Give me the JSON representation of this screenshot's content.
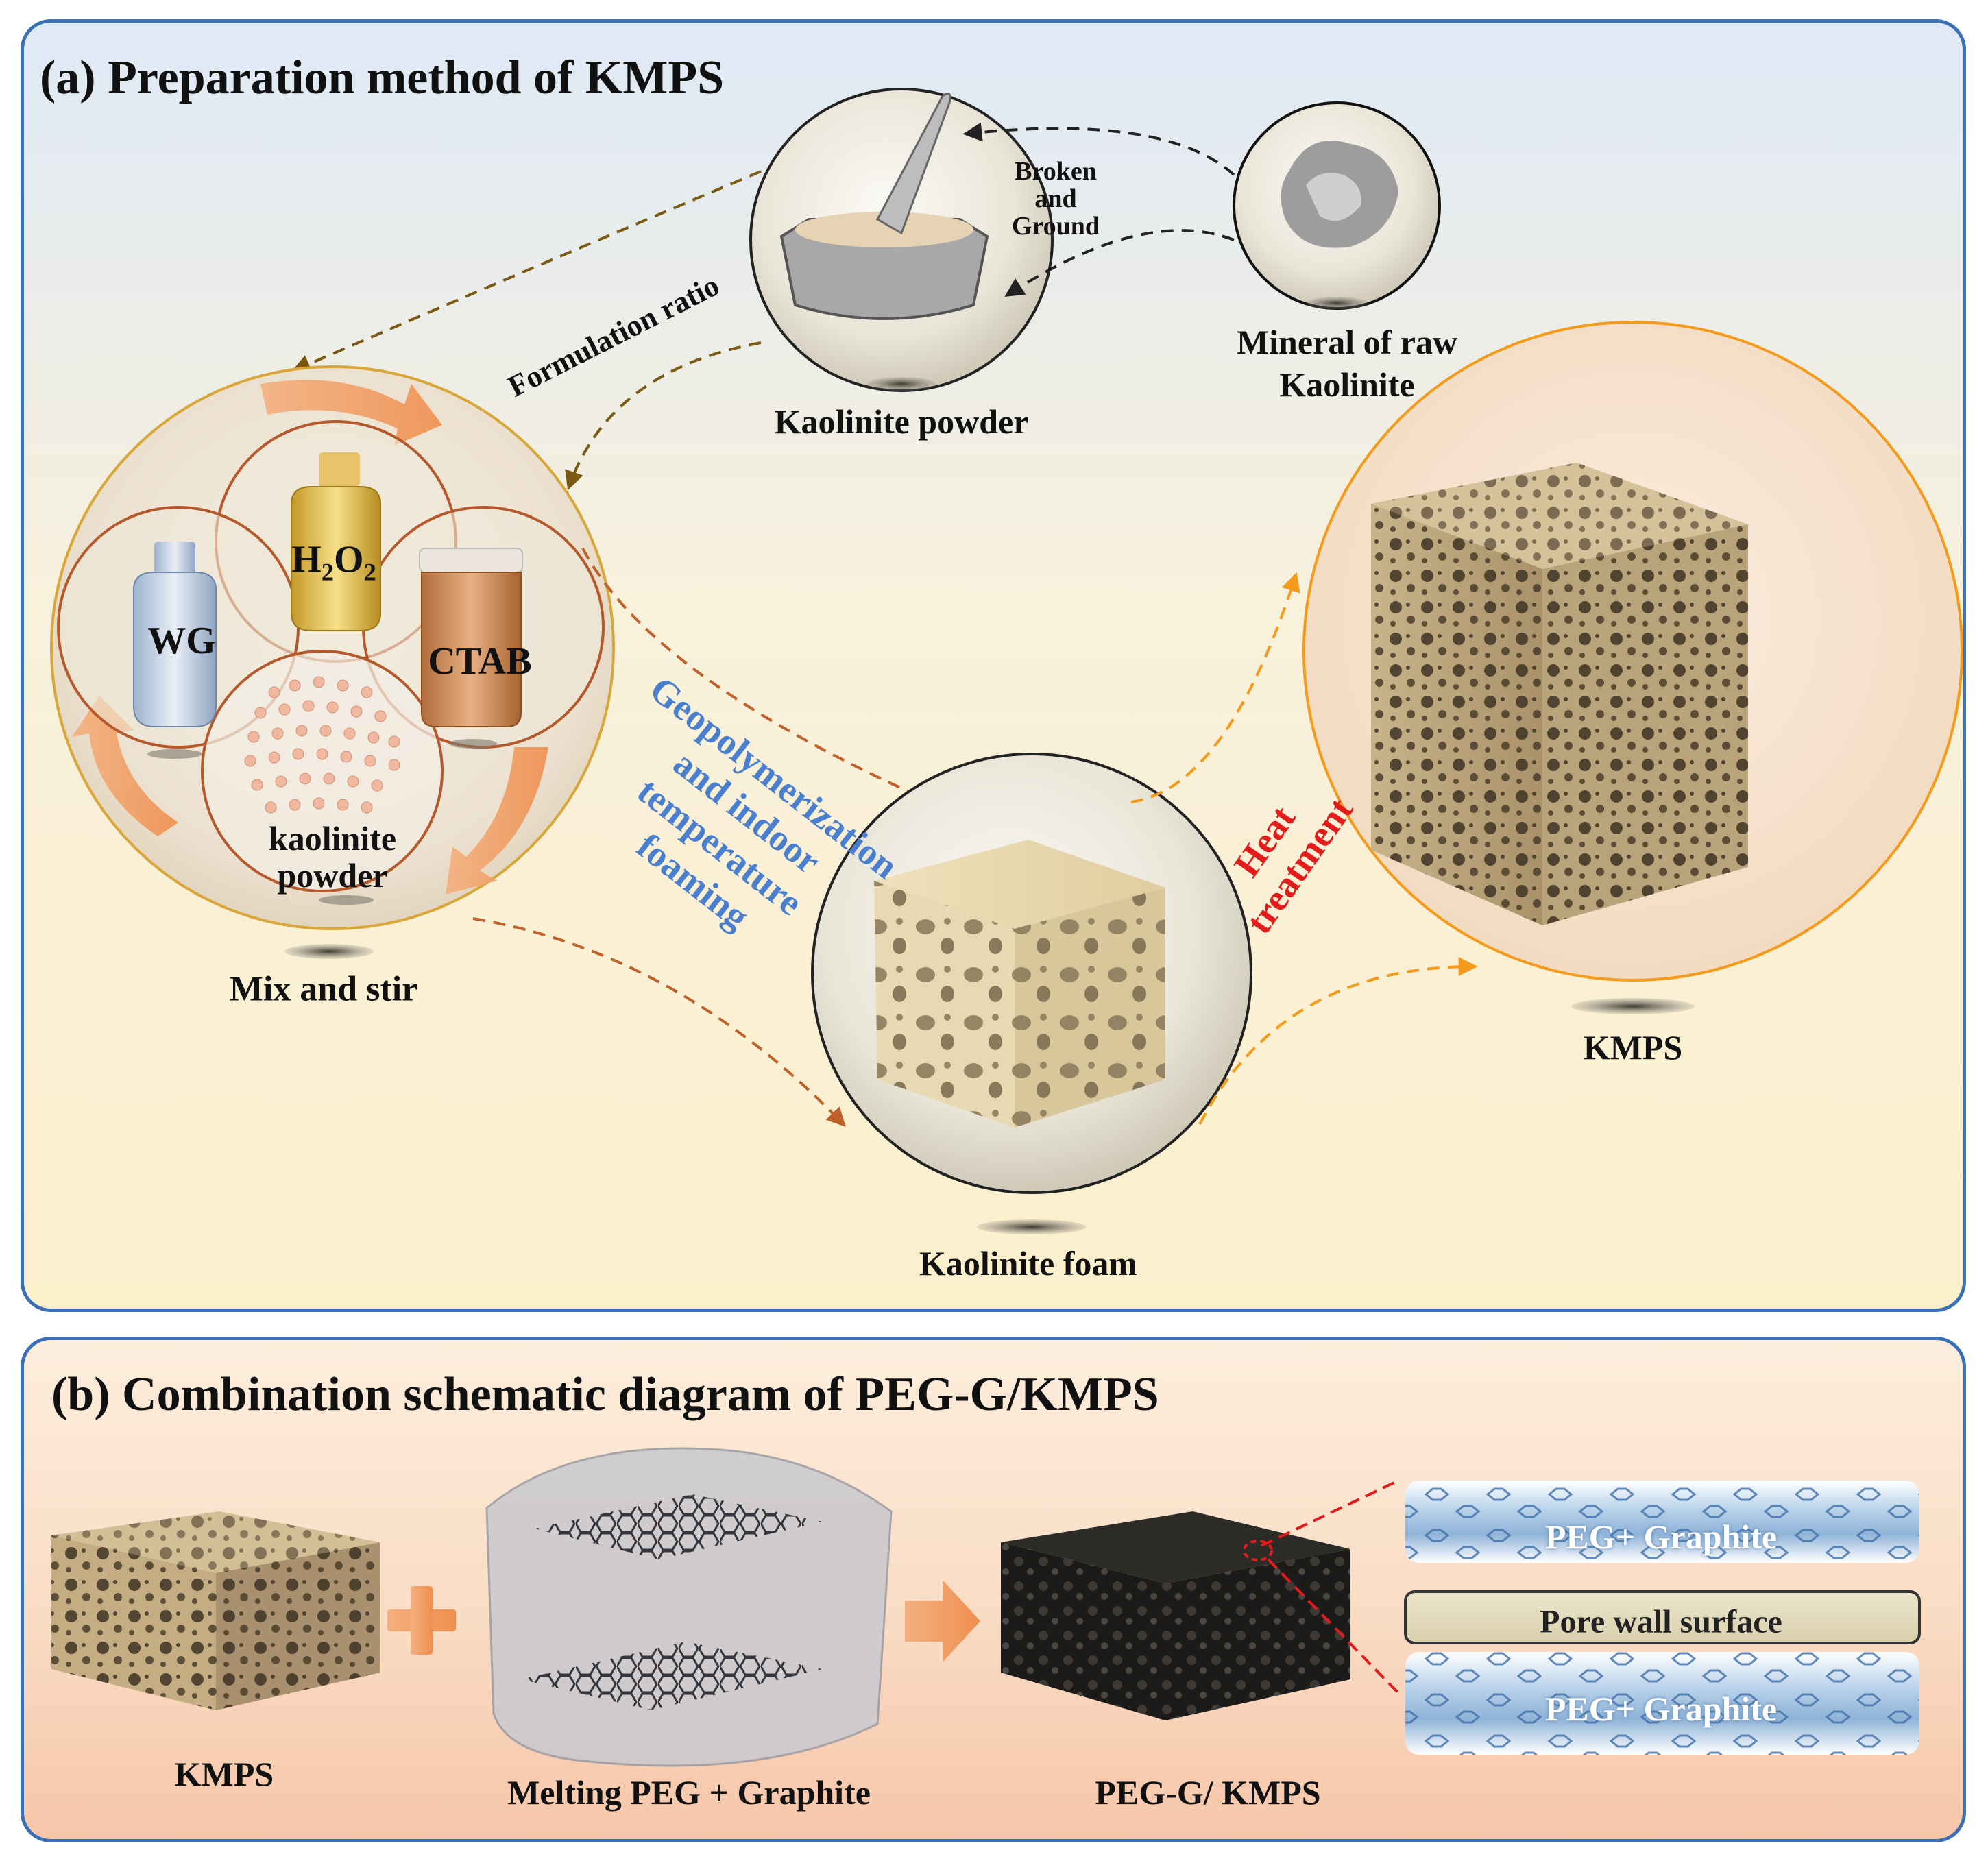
{
  "panel_a": {
    "title": "(a) Preparation method of KMPS",
    "labels": {
      "kaolinite_powder": "Kaolinite powder",
      "mineral_line1": "Mineral of raw",
      "mineral_line2": "Kaolinite",
      "broken_line1": "Broken",
      "broken_line2": "and",
      "broken_line3": "Ground",
      "formulation_ratio": "Formulation ratio",
      "wg": "WG",
      "h2o2": "H2O2",
      "ctab": "CTAB",
      "kaolinite_line1": "kaolinite",
      "kaolinite_line2": "powder",
      "mix_and_stir": "Mix and stir",
      "geo_line1": "Geopolymerization",
      "geo_line2": "and indoor",
      "geo_line3": "temperature",
      "geo_line4": "foaming",
      "heat_line1": "Heat",
      "heat_line2": "treatment",
      "kaolinite_foam": "Kaolinite foam",
      "kmps": "KMPS"
    }
  },
  "panel_b": {
    "title": "(b) Combination schematic diagram of PEG-G/KMPS",
    "labels": {
      "kmps": "KMPS",
      "melting": "Melting PEG + Graphite",
      "peg_g_kmps": "PEG-G/ KMPS",
      "layer_top": "PEG+ Graphite",
      "pore_wall": "Pore wall surface",
      "layer_bottom": "PEG+ Graphite"
    }
  },
  "colors": {
    "frame_border": "#3b6fb6",
    "geo_text": "#4a7fd0",
    "heat_text": "#e31b1b",
    "arrow_orange": "#f59a1a",
    "arrow_brown": "#b5651d"
  }
}
